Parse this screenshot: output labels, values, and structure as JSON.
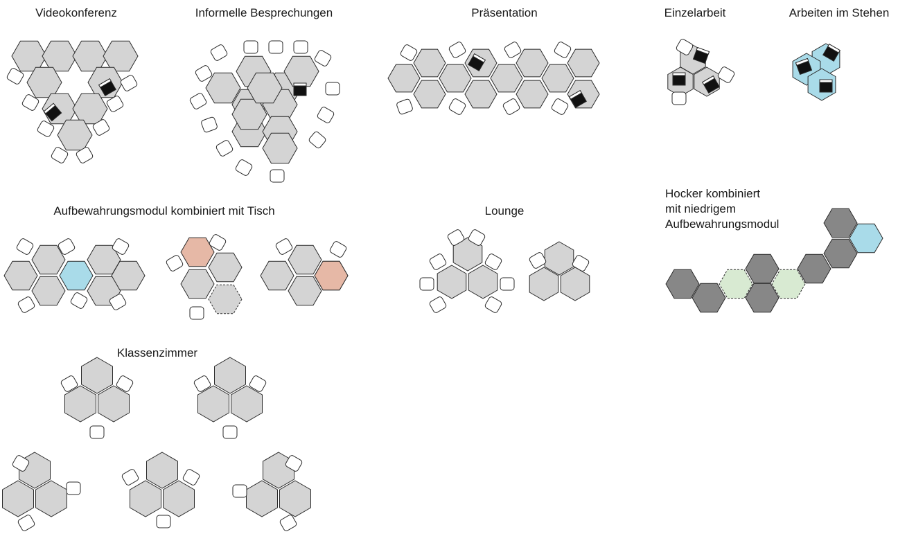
{
  "colors": {
    "table": "#d4d4d4",
    "stroke": "#2a2a2a",
    "chair": "#ffffff",
    "standing": "#a9dbe9",
    "storage_accent": "#e6b8a6",
    "dark_module": "#878787",
    "light_storage": "#d8ead2",
    "screen": "#111111"
  },
  "sections": {
    "video": {
      "title": "Videokonferenz"
    },
    "informal": {
      "title": "Informelle Besprechungen"
    },
    "presentation": {
      "title": "Präsentation"
    },
    "single": {
      "title": "Einzelarbeit"
    },
    "standing": {
      "title": "Arbeiten im Stehen"
    },
    "storage": {
      "title": "Aufbewahrungsmodul kombiniert mit Tisch"
    },
    "lounge": {
      "title": "Lounge"
    },
    "stool": {
      "title_lines": [
        "Hocker kombiniert",
        "mit niedrigem",
        "Aufbewahrungsmodul"
      ]
    },
    "classroom": {
      "title": "Klassenzimmer"
    }
  }
}
